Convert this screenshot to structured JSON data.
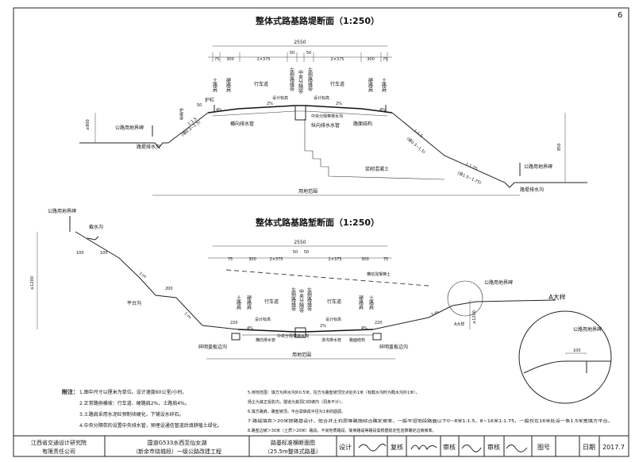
{
  "page_number": "6",
  "top": {
    "title": "整体式路基路堤断面（1:250）",
    "total_width": "2550",
    "seg_widths": [
      "75",
      "300",
      "2×375",
      "50",
      "50",
      "2×375",
      "300",
      "75"
    ],
    "labels": {
      "shoulder_l": "土路肩",
      "hard_l": "硬路肩",
      "lane_l": "行车道",
      "median": "中央分隔带",
      "left_l": "左侧路缘带",
      "left_r": "左侧路缘带",
      "lane_r": "行车道",
      "hard_r": "硬路肩",
      "shoulder_r": "土路肩"
    },
    "guard": "护栏",
    "pct_50": "50",
    "pct_4l": "4%",
    "pct_4r": "4%",
    "pct_2l": "2%",
    "pct_2r": "2%",
    "design_l": "设计标高",
    "design_r": "设计标高",
    "slope_l": "1:1.5",
    "slope_l2": "(填0.3~1.5)",
    "slope_r": "1:1.5",
    "slope_r2": "(填0.3~1.5)",
    "slope_r3": "1:1.75",
    "slope_r4": "(填1.5~1.75)",
    "h_800": "≥800",
    "h_850": "850",
    "boundary_l": "公路用地界碑",
    "boundary_r": "公路用地界碑",
    "ditch_l": "路堤排水沟",
    "ditch_r": "路堤排水沟",
    "drain_pipe": "横向排水管",
    "ppipe": "纵向排水水管",
    "pavement": "路面结构",
    "median_drain": "中央分隔带排水沟",
    "slope_walk": "护坡道",
    "mortar": "浆砌混凝土",
    "ground": "用地范围",
    "slope_num_l": "1:1.5",
    "slope_num_r": "1:1.5"
  },
  "bottom": {
    "title": "整体式路基路堑断面（1:250）",
    "total_width": "2550",
    "seg_widths": [
      "75",
      "300",
      "2×375",
      "50",
      "50",
      "2×375",
      "300",
      "75"
    ],
    "labels": {
      "shoulder_l": "土路肩",
      "hard_l": "硬路肩",
      "lane_l": "行车道",
      "median": "中央分隔带",
      "left_l": "左侧路缘带",
      "left_r": "左侧路缘带",
      "lane_r": "行车道",
      "hard_r": "硬路肩",
      "shoulder_r": "土路肩"
    },
    "boundary_l": "公路用地界碑",
    "boundary_r": "公路用地界碑",
    "intercept": "截水沟",
    "platform": "平台沟",
    "dim_100a": "100",
    "dim_100b": "100",
    "dim_200": "200",
    "h_1200": "≥1200",
    "h_1200b": "≥1200",
    "slope_m": "1:m",
    "design_l": "设计标高",
    "design_r": "设计标高",
    "pct_4l": "4%",
    "pct_4r": "4%",
    "pct_2": "2%",
    "ditch_l": "碎明盖板边沟",
    "ditch_r": "碎明盖板边沟",
    "drain_pipe": "横向排水管",
    "drain": "渗沟排水管",
    "pavement": "路面结构",
    "median_drain": "中央分隔带排水沟",
    "mortar_line": "横挖混凝梯土",
    "ground": "用地范围",
    "detail_ref": "A大样",
    "dim_220l": "220",
    "dim_220r": "220"
  },
  "detail": {
    "title": "A大样",
    "boundary": "公路用地界碑",
    "dim": "100"
  },
  "notes": {
    "head": "附注：",
    "items_left": [
      "1.图中尺寸以厘米为单位。设计速度60公里/小时。",
      "2.正常路拱横坡：行车道、硬路肩2%，土路肩4%。",
      "3.土路肩采用水泥砼预制块硬化，下铺设水碎石。",
      "4.中央分隔带的设置中央排水管，预埋设通信管道后填耕植土绿化。"
    ],
    "items_right": [
      "5.用地范围：填方为排水沟外0.5米，挖方为路堑坡顶交点处外1米（有截水沟时为截水沟外1米），",
      "   扬尘为其正投影内，隧道为其洞口仰坡内（洞身不计）。",
      "6.填方路肩，路堑坡顶，平台需做成半径为1米的圆弧。",
      "7.路堤填高＞20米按路基设计，但合并土石层等路施综合确定坡率，一般平坦地段路面以下0~8米1:1.5，8~16米1:1.75，一般仅在16米处设一条1.5米宽填方平台。",
      "8.路堑边坡＞30米（土质＞20米）路段，不良地质路段，陡坡路堤等路段需根据稳定性验算确定边坡坡率。"
    ]
  },
  "title_block": {
    "company1": "江西省交通设计研究院",
    "company2": "有限责任公司",
    "project1": "国道G533水西至仙女湖",
    "project2": "（新余市绕城段）一级公路改建工程",
    "drawing1": "路基标准横断面图",
    "drawing2": "（25.5m整体式路基）",
    "design": "设计",
    "check": "复核",
    "review": "审核",
    "approve": "审核",
    "drawing_no": "图号",
    "date_label": "日期",
    "date": "2017.7"
  }
}
